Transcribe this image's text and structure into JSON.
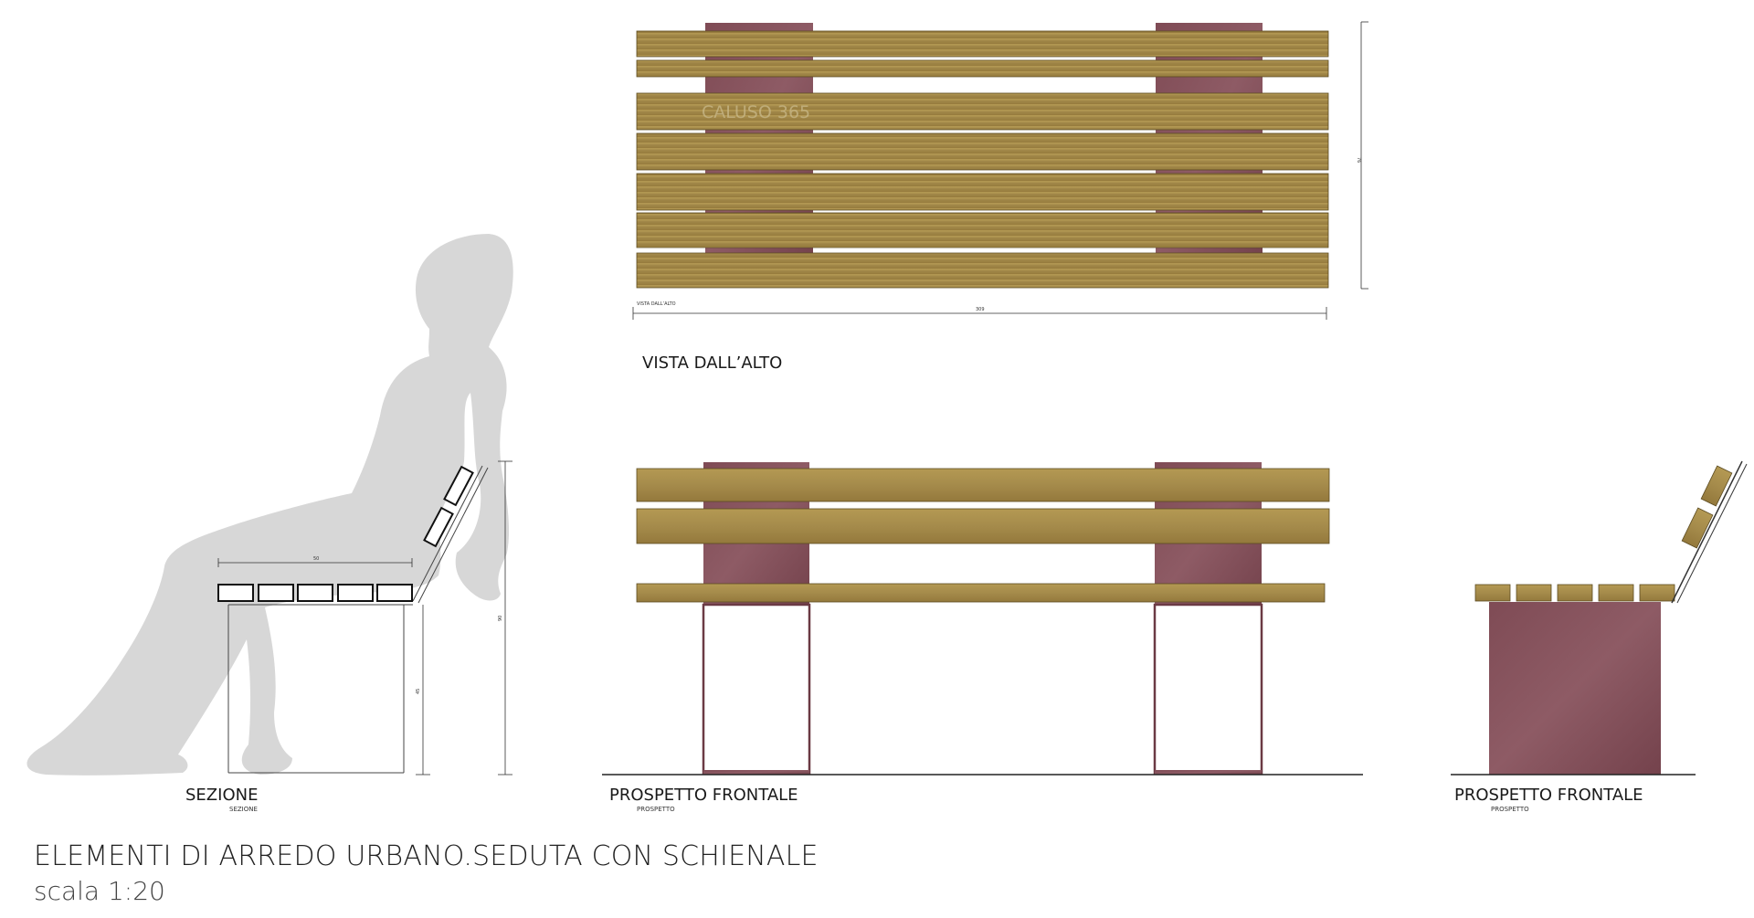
{
  "labels": {
    "sezione": "SEZIONE",
    "sezione_small": "SEZIONE",
    "vista_alto": "VISTA DALL’ALTO",
    "vista_alto_small": "VISTA DALL’ALTO",
    "prospetto_frontale": "PROSPETTO FRONTALE",
    "prospetto_small": "PROSPETTO",
    "prospetto_laterale": "PROSPETTO FRONTALE",
    "prospetto_laterale_small": "PROSPETTO"
  },
  "watermark": "CALUSO 365",
  "dimensions": {
    "top_width": "309",
    "top_depth": "76",
    "section_seat_depth": "50",
    "section_total_height": "90",
    "section_seat_height": "45"
  },
  "title": "ELEMENTI DI ARREDO URBANO.SEDUTA CON SCHIENALE",
  "scale": "scala 1:20",
  "colors": {
    "wood": "#a3894a",
    "wood_light": "#b89c58",
    "wood_grain": "#7d6a35",
    "metal": "#8a5560",
    "metal_dark": "#6f3f49",
    "silhouette": "#d6d6d6",
    "line": "#2a2a2a"
  }
}
